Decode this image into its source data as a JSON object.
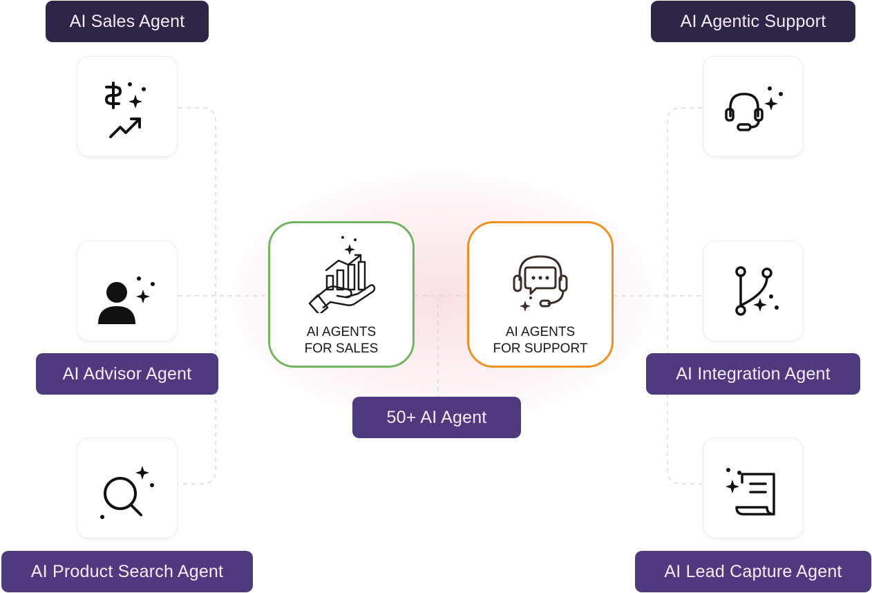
{
  "hubs": {
    "sales": {
      "line1": "AI AGENTS",
      "line2": "FOR SALES",
      "border_color": "#6fb55f",
      "icon": "sales-growth-hand-icon"
    },
    "support": {
      "line1": "AI AGENTS",
      "line2": "FOR SUPPORT",
      "border_color": "#f0901d",
      "icon": "support-headset-chat-icon"
    }
  },
  "center_label": "50+ AI Agent",
  "agents": {
    "sales": {
      "label": "AI Sales Agent",
      "icon": "dollar-trend-sparkle-icon"
    },
    "advisor": {
      "label": "AI Advisor Agent",
      "icon": "user-sparkle-icon"
    },
    "product_search": {
      "label": "AI Product Search Agent",
      "icon": "search-sparkle-icon"
    },
    "agentic_support": {
      "label": "AI Agentic Support",
      "icon": "headset-sparkle-icon"
    },
    "integration": {
      "label": "AI Integration Agent",
      "icon": "branch-sparkle-icon"
    },
    "lead_capture": {
      "label": "AI Lead Capture Agent",
      "icon": "scroll-sparkle-icon"
    }
  },
  "colors": {
    "pill_dark": "#2f2546",
    "pill_purple": "#4e3a7e",
    "pill_text": "#f3eefb",
    "glow": "#dc3c5a"
  }
}
